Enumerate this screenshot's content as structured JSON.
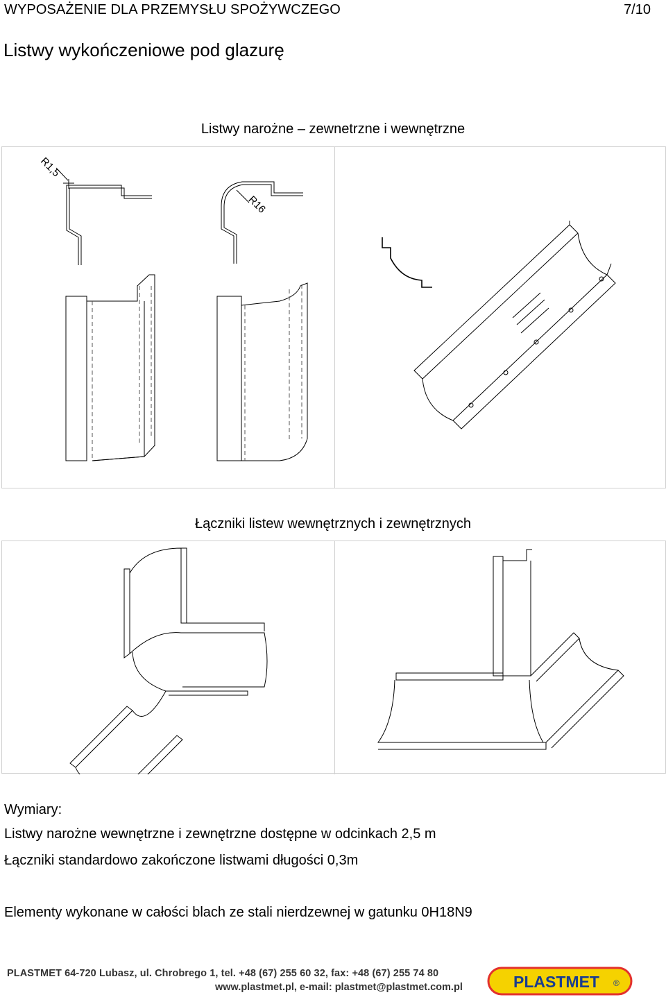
{
  "header": {
    "title": "WYPOSAŻENIE DLA PRZEMYSŁU SPOŻYWCZEGO",
    "page": "7/10"
  },
  "doc_title": "Listwy wykończeniowe pod glazurę",
  "section1": {
    "heading": "Listwy narożne – zewnetrzne i wewnętrzne",
    "dim_label_1": "R1,5",
    "dim_label_2": "R16"
  },
  "section2": {
    "heading": "Łączniki listew wewnętrznych i zewnętrznych"
  },
  "specs": {
    "heading": "Wymiary:",
    "line1": "Listwy narożne wewnętrzne i zewnętrzne dostępne w odcinkach 2,5 m",
    "line2": "Łączniki standardowo zakończone listwami długości 0,3m",
    "material": "Elementy wykonane w całości blach ze stali nierdzewnej w gatunku 0H18N9"
  },
  "footer": {
    "line1": "PLASTMET   64-720 Lubasz, ul. Chrobrego 1, tel. +48 (67) 255 60 32, fax: +48 (67) 255 74 80",
    "line2": "www.plastmet.pl, e-mail: plastmet@plastmet.com.pl",
    "logo_text": "PLASTMET",
    "logo_mark": "®",
    "logo_color": "#f5d200",
    "logo_border": "#e3312d"
  }
}
